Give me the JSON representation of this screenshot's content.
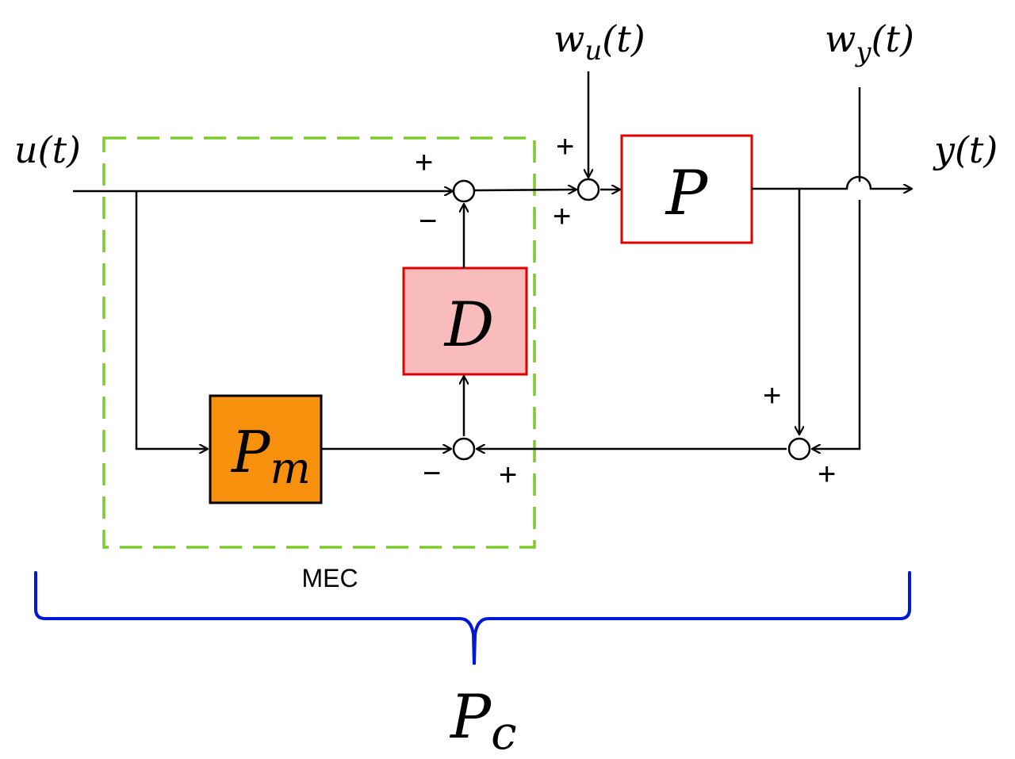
{
  "signals": {
    "input": "u(t)",
    "output": "y(t)",
    "disturbance_u": "w",
    "disturbance_u_sub": "u",
    "disturbance_u_arg": "(t)",
    "disturbance_y": "w",
    "disturbance_y_sub": "y",
    "disturbance_y_arg": "(t)"
  },
  "blocks": {
    "plant": {
      "label": "P",
      "fill": "#ffffff",
      "stroke": "#e00000"
    },
    "filter": {
      "label": "D",
      "fill": "#f8bcbc",
      "stroke": "#e00000"
    },
    "model": {
      "label": "P",
      "sub": "m",
      "fill": "#f7900d",
      "stroke": "#000000"
    }
  },
  "signs": {
    "sum1_top": "+",
    "sum1_bottom": "−",
    "sum2_top": "+",
    "sum2_bottom": "+",
    "sum3_left": "−",
    "sum3_right": "+",
    "sum4_top": "+",
    "sum4_bottom": "+"
  },
  "groups": {
    "mec": {
      "label": "MEC",
      "color": "#7ccc2c"
    },
    "pc": {
      "label": "P",
      "sub": "c",
      "color": "#0018d8"
    }
  }
}
